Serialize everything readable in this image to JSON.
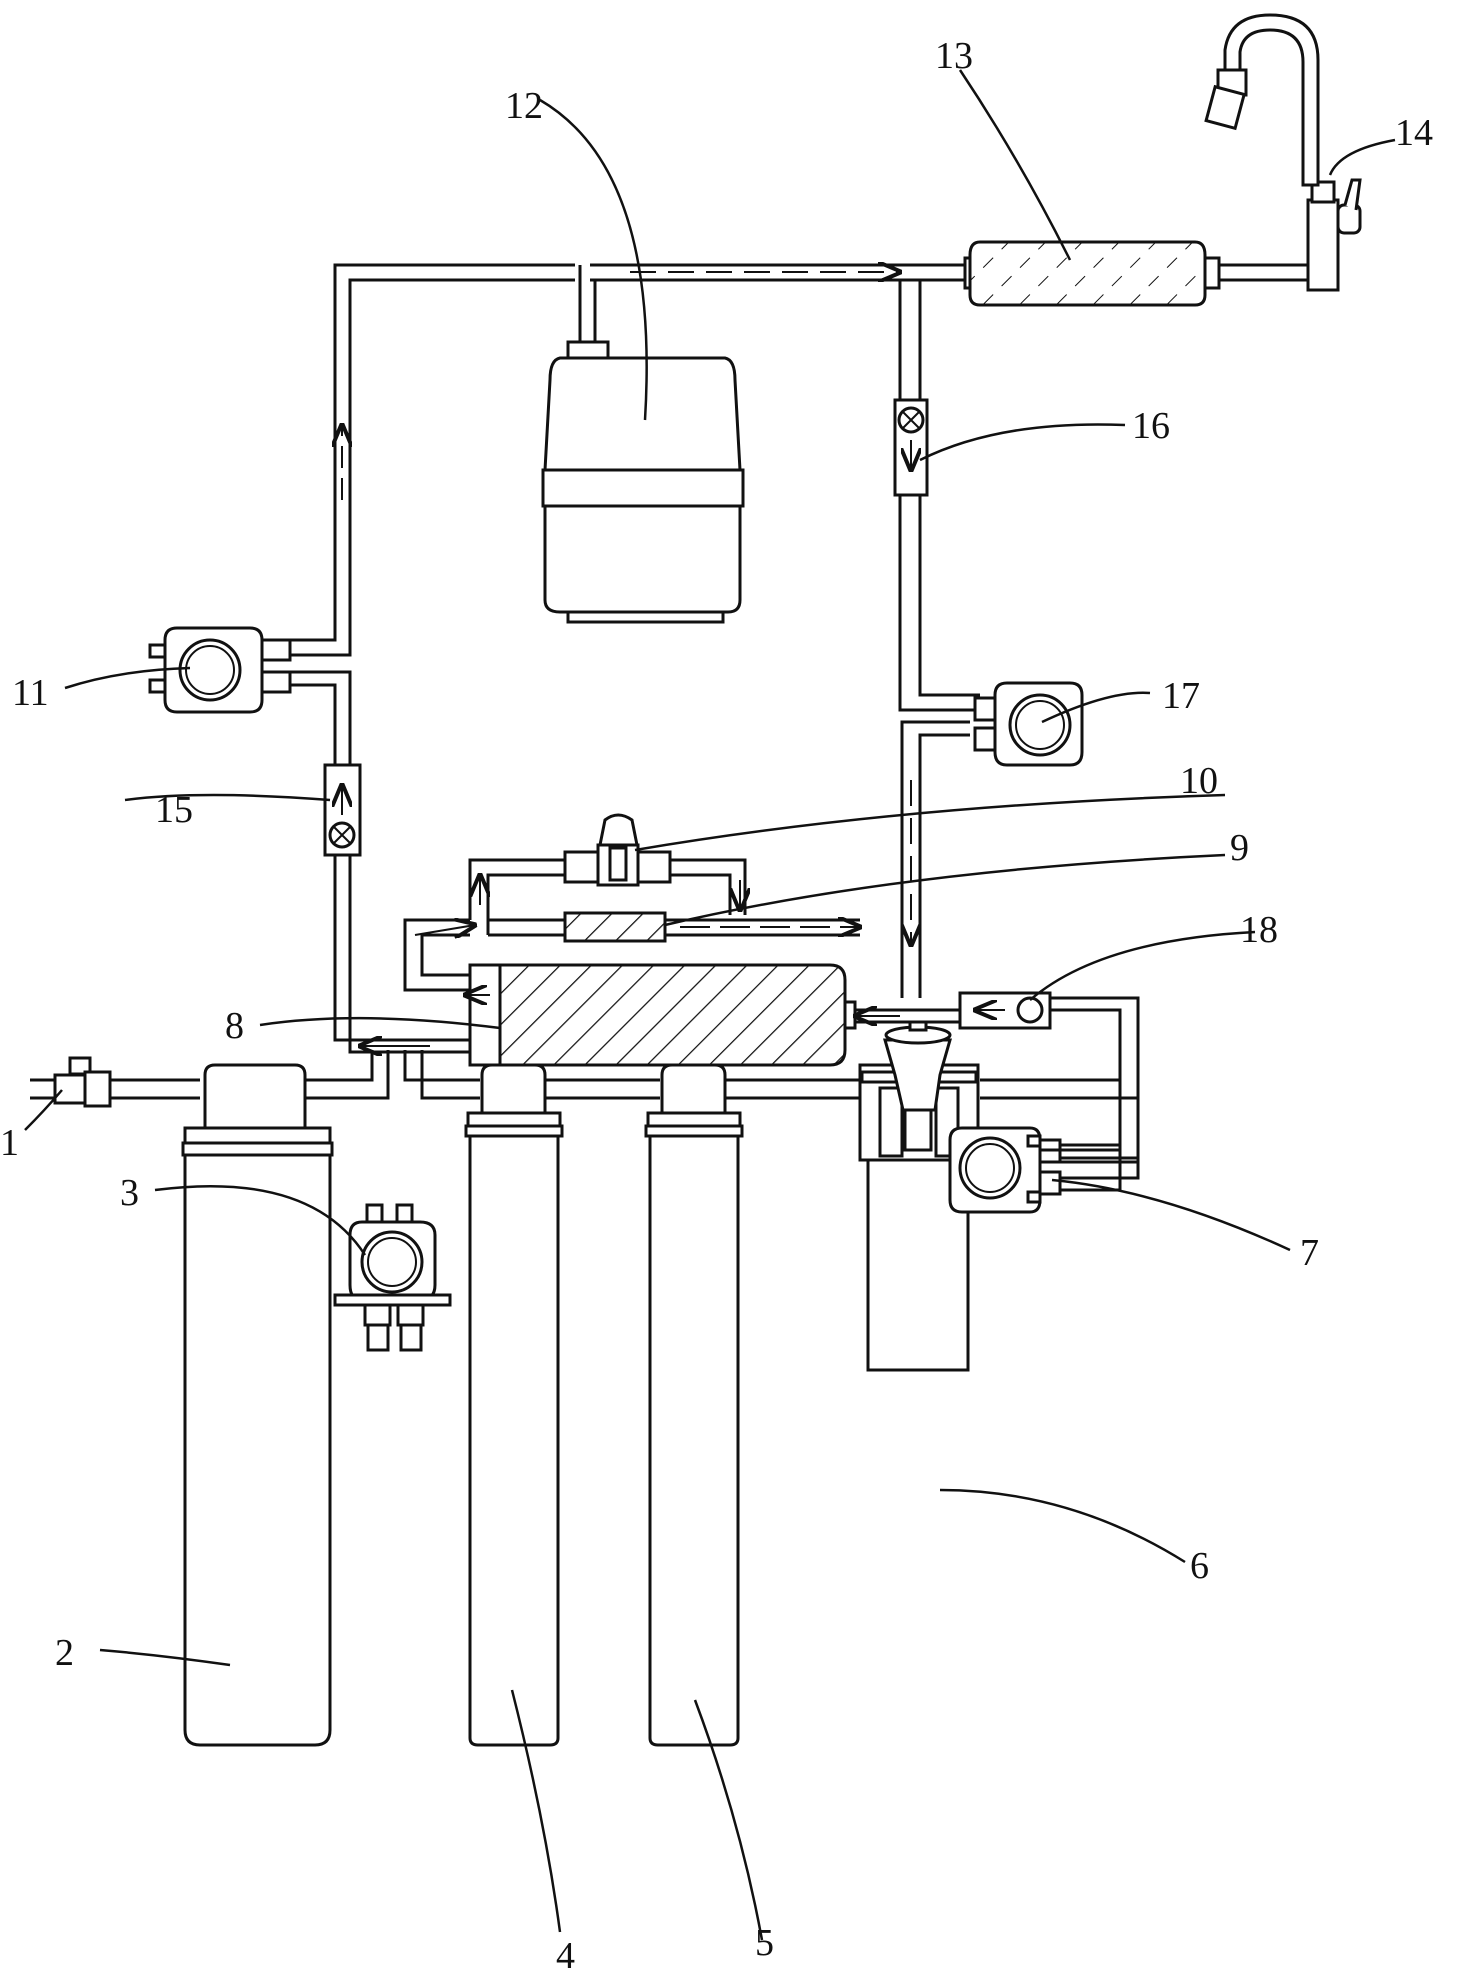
{
  "labels": {
    "l1": "1",
    "l2": "2",
    "l3": "3",
    "l4": "4",
    "l5": "5",
    "l6": "6",
    "l7": "7",
    "l8": "8",
    "l9": "9",
    "l10": "10",
    "l11": "11",
    "l12": "12",
    "l13": "13",
    "l14": "14",
    "l15": "15",
    "l16": "16",
    "l17": "17",
    "l18": "18"
  }
}
